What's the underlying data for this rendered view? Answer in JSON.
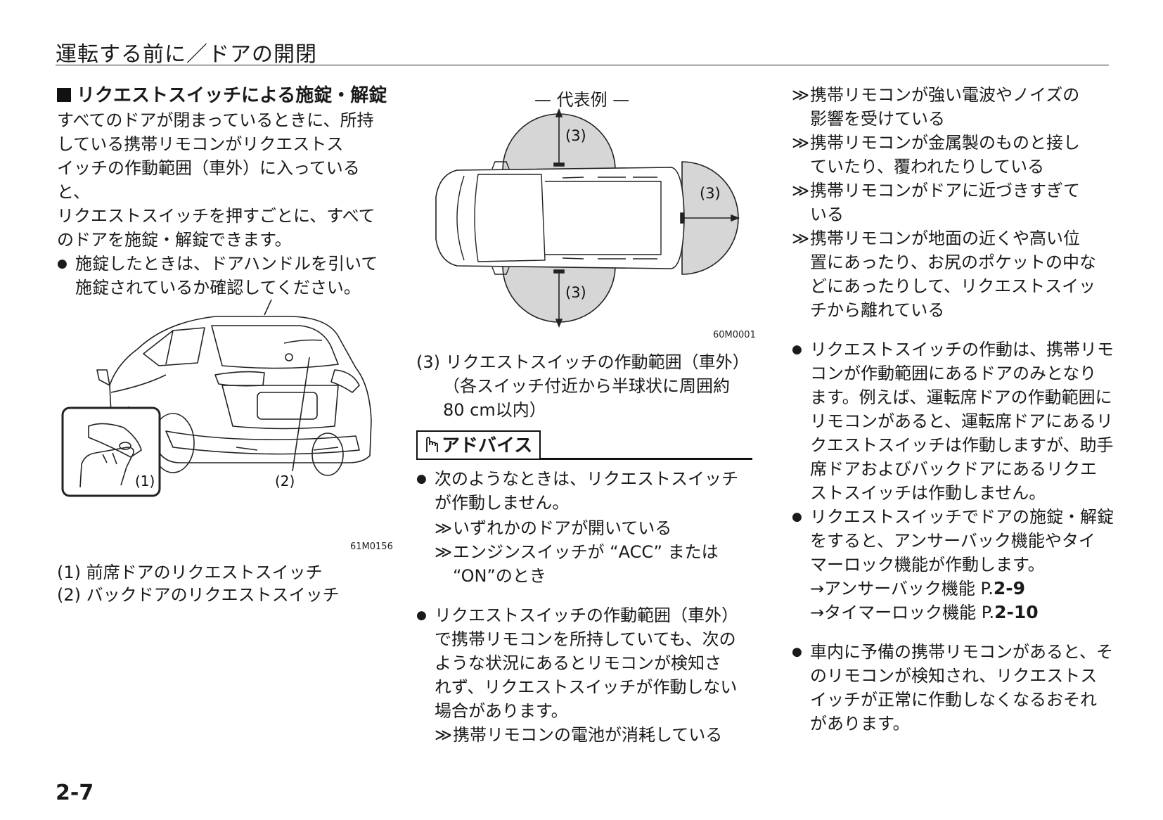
{
  "header": {
    "title": "運転する前に／ドアの開閉"
  },
  "page_number": "2-7",
  "col1": {
    "heading": "リクエストスイッチによる施錠・解錠",
    "intro": [
      "すべてのドアが閉まっているときに、所持",
      "している携帯リモコンがリクエストス",
      "イッチの作動範囲（車外）に入っていると、",
      "リクエストスイッチを押すごとに、すべて",
      "のドアを施錠・解錠できます。"
    ],
    "bullet": [
      "施錠したときは、ドアハンドルを引いて",
      "施錠されているか確認してください。"
    ],
    "figure": {
      "code": "61M0156",
      "label1": "(1)",
      "label2": "(2)"
    },
    "captions": [
      "(1) 前席ドアのリクエストスイッチ",
      "(2) バックドアのリクエストスイッチ"
    ]
  },
  "col2": {
    "figure": {
      "title": "— 代表例 —",
      "code": "60M0001",
      "range_label": "(3)"
    },
    "caption": [
      "(3) リクエストスイッチの作動範囲（車外）",
      "（各スイッチ付近から半球状に周囲約",
      "80 cm以内）"
    ],
    "advice_title": "アドバイス",
    "bullet1": [
      "次のようなときは、リクエストスイッチ",
      "が作動しません。"
    ],
    "bullet1_subs": [
      [
        "いずれかのドアが開いている"
      ],
      [
        "エンジンスイッチが “ACC” または",
        "“ON”のとき"
      ]
    ],
    "bullet2": [
      "リクエストスイッチの作動範囲（車外）",
      "で携帯リモコンを所持していても、次の",
      "ような状況にあるとリモコンが検知さ",
      "れず、リクエストスイッチが作動しない",
      "場合があります。"
    ],
    "bullet2_subs": [
      [
        "携帯リモコンの電池が消耗している"
      ]
    ]
  },
  "col3": {
    "subs": [
      [
        "携帯リモコンが強い電波やノイズの",
        "影響を受けている"
      ],
      [
        "携帯リモコンが金属製のものと接し",
        "ていたり、覆われたりしている"
      ],
      [
        "携帯リモコンがドアに近づきすぎて",
        "いる"
      ],
      [
        "携帯リモコンが地面の近くや高い位",
        "置にあったり、お尻のポケットの中な",
        "どにあったりして、リクエストスイッ",
        "チから離れている"
      ]
    ],
    "bullet1": [
      "リクエストスイッチの作動は、携帯リモ",
      "コンが作動範囲にあるドアのみとなり",
      "ます。例えば、運転席ドアの作動範囲に",
      "リモコンがあると、運転席ドアにあるリ",
      "クエストスイッチは作動しますが、助手",
      "席ドアおよびバックドアにあるリクエ",
      "ストスイッチは作動しません。"
    ],
    "bullet2": [
      "リクエストスイッチでドアの施錠・解錠",
      "をすると、アンサーバック機能やタイ",
      "マーロック機能が作動します。"
    ],
    "refs": [
      {
        "text": "→アンサーバック機能 P.",
        "page": "2-9"
      },
      {
        "text": "→タイマーロック機能 P.",
        "page": "2-10"
      }
    ],
    "bullet3": [
      "車内に予備の携帯リモコンがあると、そ",
      "のリモコンが検知され、リクエストス",
      "イッチが正常に作動しなくなるおそれ",
      "があります。"
    ]
  }
}
